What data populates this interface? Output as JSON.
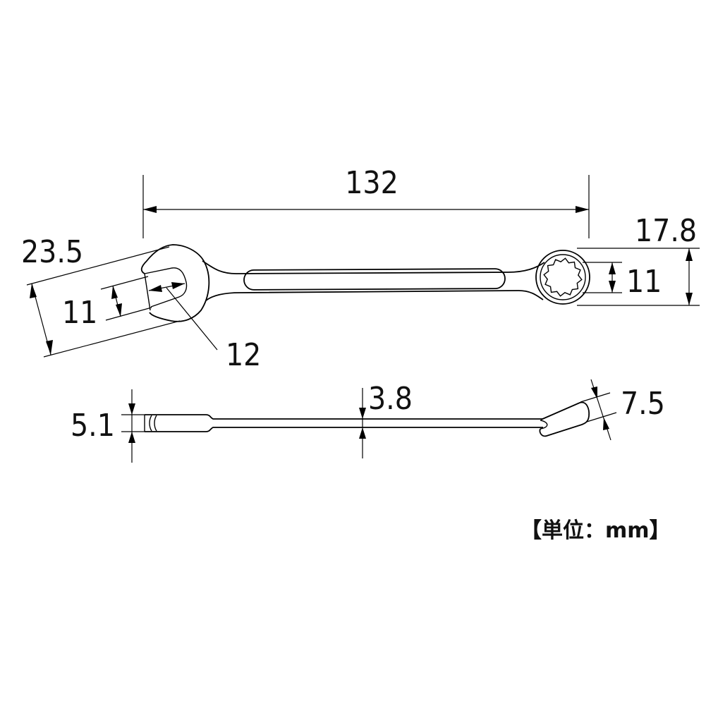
{
  "drawing": {
    "dimensions": {
      "overall_length": "132",
      "head_width_open": "23.5",
      "open_jaw_size": "11",
      "open_jaw_angle_label": "12",
      "ring_head_width": "17.8",
      "ring_size": "11",
      "open_head_thickness": "5.1",
      "shaft_thickness": "3.8",
      "ring_head_thickness": "7.5"
    },
    "unit_label": "【単位：mm】"
  }
}
